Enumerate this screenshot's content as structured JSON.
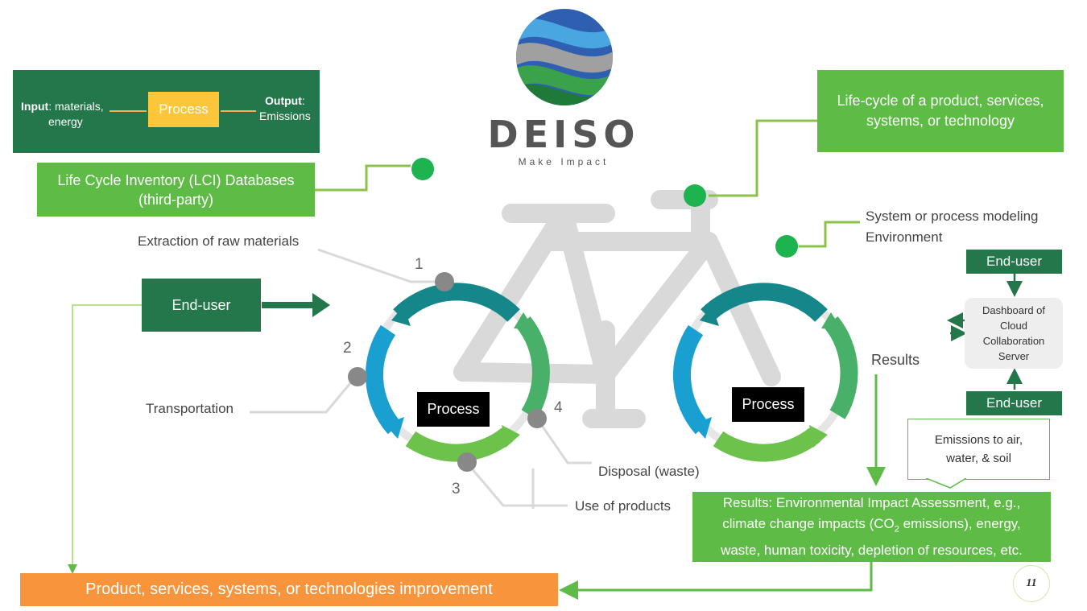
{
  "logo": {
    "name": "DEISO",
    "tagline": "Make Impact"
  },
  "process_panel": {
    "input_bold": "Input",
    "input_rest": ": materials,",
    "input_line2": "energy",
    "process": "Process",
    "output_bold": "Output",
    "output_rest": ":",
    "output_line2": "Emissions"
  },
  "lci": {
    "line1": "Life Cycle Inventory (LCI) Databases",
    "line2": "(third-party)"
  },
  "lifecycle": {
    "line1": "Life-cycle of a product, services,",
    "line2": "systems, or technology"
  },
  "modeling": {
    "line1": "System or process modeling",
    "line2": "Environment"
  },
  "end_user_left": "End-user",
  "end_user_top": "End-user",
  "end_user_bottom": "End-user",
  "dashboard": {
    "line1": "Dashboard of",
    "line2": "Cloud",
    "line3": "Collaboration",
    "line4": "Server"
  },
  "stages": {
    "extraction": "Extraction of raw materials",
    "transportation": "Transportation",
    "disposal": "Disposal (waste)",
    "use": "Use of products"
  },
  "numbers": [
    "1",
    "2",
    "3",
    "4"
  ],
  "wheel_left_label": "Process",
  "wheel_right_label": "Process",
  "results_label": "Results",
  "emissions": {
    "line1": "Emissions to air,",
    "line2": "water, & soil"
  },
  "results_box": {
    "line1": "Results: Environmental Impact Assessment, e.g.,",
    "line2_a": "climate change impacts (CO",
    "line2_sub": "2",
    "line2_b": " emissions), energy,",
    "line3": "waste, human toxicity, depletion of resources, etc."
  },
  "improvement": "Product, services, systems, or technologies improvement",
  "page_number": "11",
  "colors": {
    "light_green": "#5dbb46",
    "dark_green": "#24774a",
    "orange": "#f7943c",
    "teal": "#15878a",
    "blue": "#1aa0d0",
    "yellow": "#fcc63a",
    "grey": "#d9d9d9"
  }
}
